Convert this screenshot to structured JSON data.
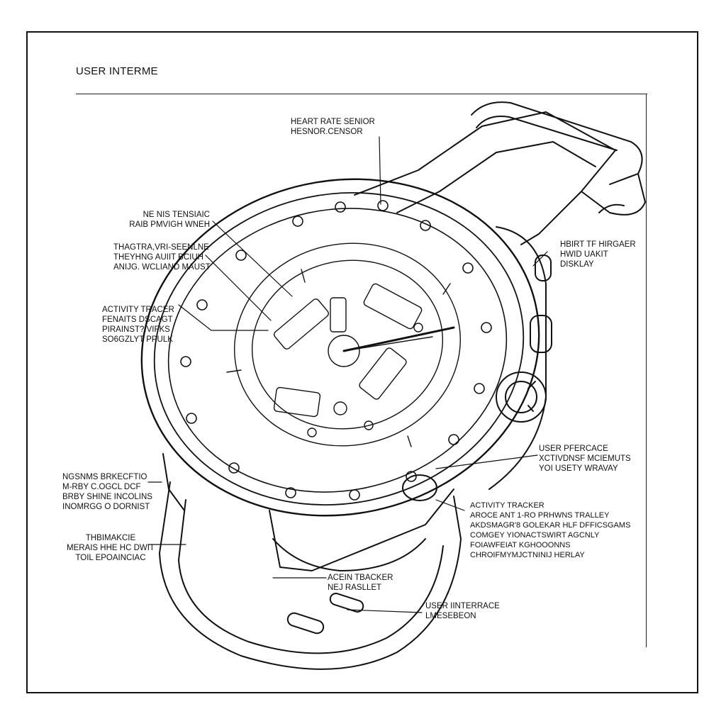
{
  "title": "USER INTERME",
  "labels": {
    "heart_rate_sensor": [
      "HEART RATE SENIOR",
      "HESNOR.CENSOR"
    ],
    "left_1": [
      "NE NIS TENSIAIC",
      "RAIB PMVIGH WNEH"
    ],
    "left_2": [
      "THAGTRA,VRI-SEENLNE",
      "THEYHNG AUIIT BCIUH",
      "ANIJG. WCLIAND MAUST"
    ],
    "activity_tracker_left": [
      "ACTIVITY TRACER",
      "FENAITS DSCAGT",
      "PIRAINST?IVIFKS",
      "SO6GZLYT PPULK"
    ],
    "left_4": [
      "NGSNMS BRKECFTIO",
      "M-RBY C.OGCL DCF",
      "BRBY SHINE INCOLINS",
      "INOMRGG O DORNIST"
    ],
    "left_5": [
      "THBIMAKCIE",
      "MERAIS HHE HC DWIT",
      "TOIL EPOAINCIAC"
    ],
    "right_display": [
      "HBIRT TF HIRGAER",
      "HWID UAKIT",
      "DISKLAY"
    ],
    "user_interface_right": [
      "USER PFERCACE",
      "XCTIVDNSF MCIEMUTS",
      "YOI USETY WRAVAY"
    ],
    "activity_tracker_right": [
      "ACTIVITY TRACKER",
      "AROCE ANT 1-RO PRHWNS TRALLEY",
      "AKDSMAGR'8 GOLEKAR HLF DFFICSGAMS",
      "COMGEY YIONACTSWIRT AGCNLY",
      "FOIAWFEIAT KGHOOONNS",
      "CHROIFMYMJCTNINIJ HERLAY"
    ],
    "band_tracker": [
      "ACEIN TBACKER",
      "NEJ RASLLET"
    ],
    "user_interface_bottom": [
      "USER IINTERRACE",
      "LMESEBEON"
    ]
  },
  "colors": {
    "ink": "#111111",
    "paper": "#ffffff"
  }
}
